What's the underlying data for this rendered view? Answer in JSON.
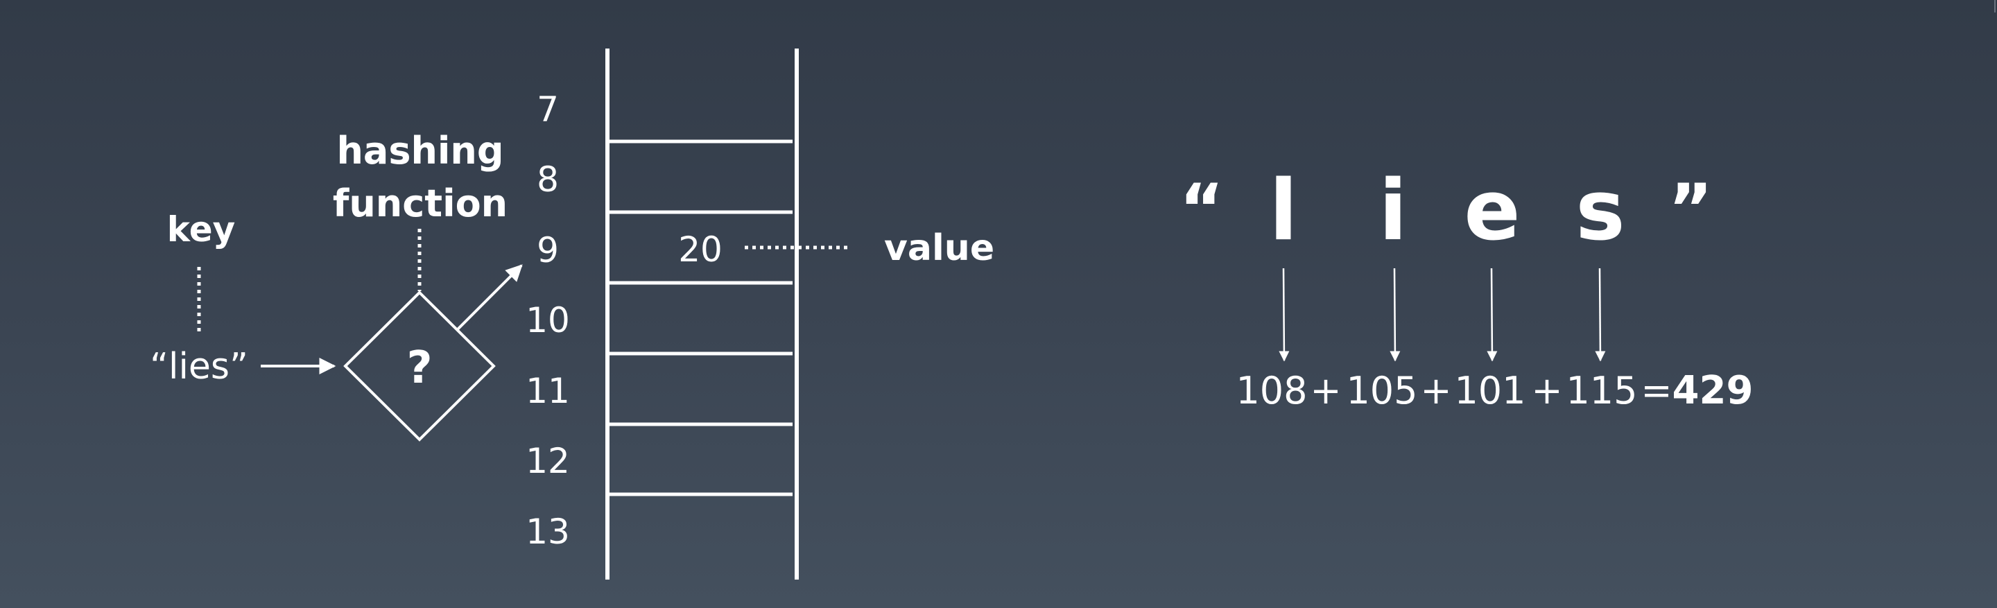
{
  "left": {
    "key_label": "key",
    "hashing_function_line1": "hashing",
    "hashing_function_line2": "function",
    "input_key": "“lies”",
    "function_symbol": "?"
  },
  "table": {
    "indices": [
      "7",
      "8",
      "9",
      "10",
      "11",
      "12",
      "13"
    ],
    "stored_value": "20",
    "value_label": "value"
  },
  "right": {
    "open_quote": "“",
    "close_quote": "”",
    "letters": [
      "l",
      "i",
      "e",
      "s"
    ],
    "codes": [
      "108",
      "105",
      "101",
      "115"
    ],
    "plus": "+",
    "equals": "=",
    "sum": "429"
  }
}
